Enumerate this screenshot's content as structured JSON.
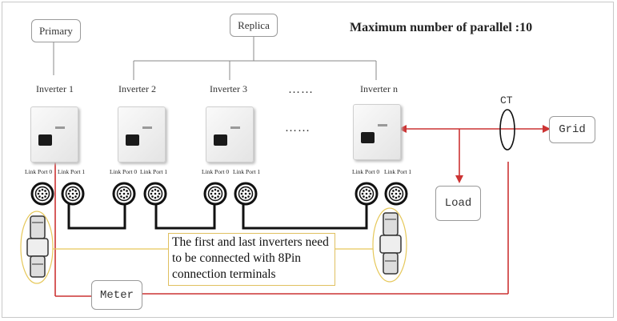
{
  "title": "Maximum number of parallel :10",
  "primary_label": "Primary",
  "replica_label": "Replica",
  "inverters": [
    {
      "label": "Inverter 1",
      "port0": "Link Port 0",
      "port1": "Link Port 1"
    },
    {
      "label": "Inverter 2",
      "port0": "Link Port 0",
      "port1": "Link Port 1"
    },
    {
      "label": "Inverter 3",
      "port0": "Link Port 0",
      "port1": "Link Port 1"
    },
    {
      "label": "Inverter n",
      "port0": "Link Port 0",
      "port1": "Link Port 1"
    }
  ],
  "ellipsis_top": "……",
  "ellipsis_mid": "……",
  "ct_label": "CT",
  "grid_label": "Grid",
  "load_label": "Load",
  "meter_label": "Meter",
  "note_text": "The first and last inverters need to be connected with 8Pin connection terminals",
  "colors": {
    "red_line": "#cc3333",
    "black_cable": "#111111",
    "yellow_outline": "#e6c85a",
    "box_border": "#9a9a9a"
  }
}
